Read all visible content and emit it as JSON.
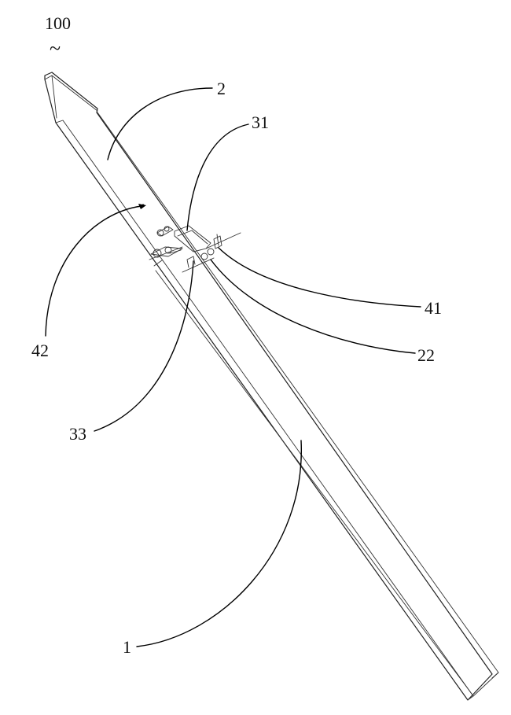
{
  "figure": {
    "assembly_label": "100",
    "assembly_mark": "~",
    "labels": {
      "l2": "2",
      "l31": "31",
      "l41": "41",
      "l22": "22",
      "l42": "42",
      "l33": "33",
      "l1": "1"
    }
  }
}
